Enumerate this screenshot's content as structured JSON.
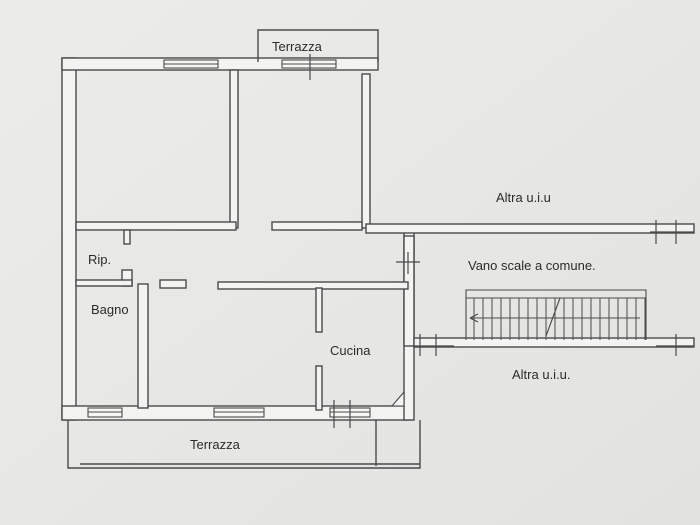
{
  "labels": {
    "terrazza_top": "Terrazza",
    "altra_uiu_upper": "Altra u.i.u",
    "rip": "Rip.",
    "vano_scale": "Vano scale a comune.",
    "bagno": "Bagno",
    "cucina": "Cucina",
    "altra_uiu_lower": "Altra u.i.u.",
    "terrazza_bottom": "Terrazza"
  },
  "colors": {
    "paper": "#e9e9e7",
    "wall_fill": "#f3f3f1",
    "line": "#4a4a4a",
    "text": "#2b2b2b"
  }
}
